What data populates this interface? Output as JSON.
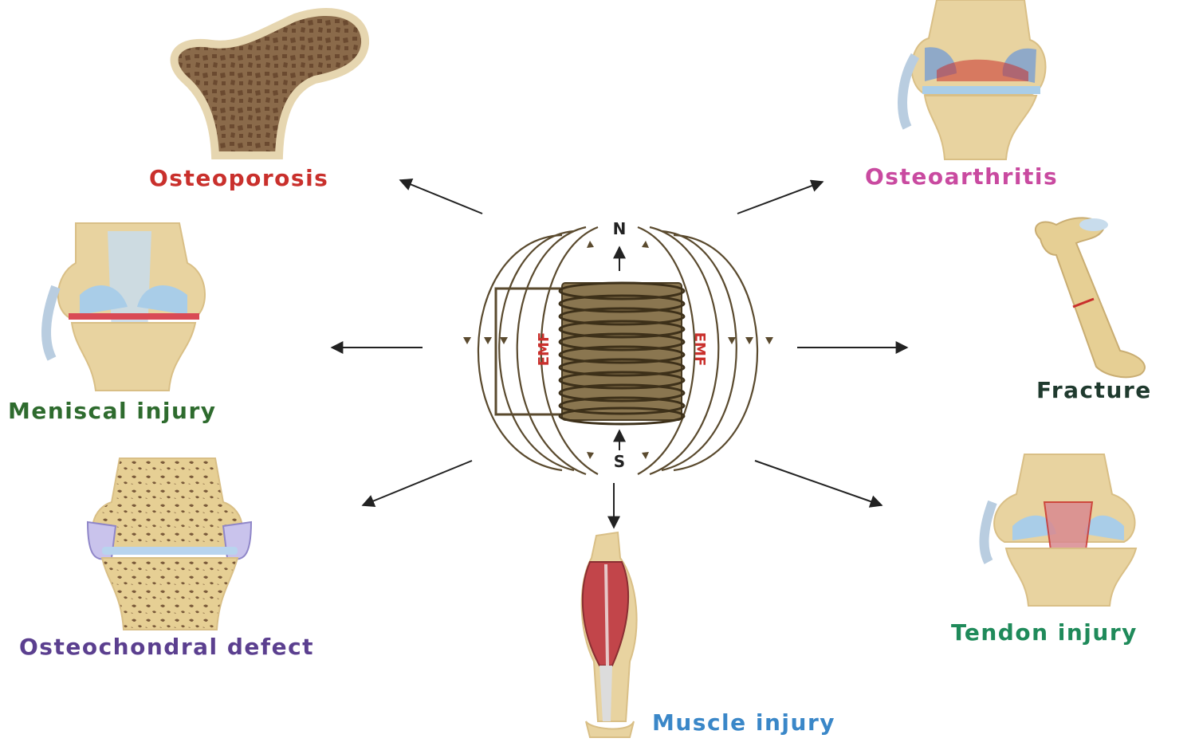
{
  "center": {
    "pole_north": "N",
    "pole_south": "S",
    "emf_left": "EMF",
    "emf_right": "EMF"
  },
  "conditions": {
    "osteoporosis": "Osteoporosis",
    "osteoarthritis": "Osteoarthritis",
    "meniscal_injury": "Meniscal injury",
    "fracture": "Fracture",
    "osteochondral_defect": "Osteochondral defect",
    "tendon_injury": "Tendon injury",
    "muscle_injury": "Muscle injury"
  },
  "colors": {
    "osteoporosis": "#c9302c",
    "osteoarthritis": "#c94aa0",
    "meniscal_injury": "#2e6b2e",
    "fracture": "#1f3a2e",
    "osteochondral_defect": "#5b3f8f",
    "tendon_injury": "#1f8a5a",
    "muscle_injury": "#3a87c8",
    "coil": "#6b5a3a",
    "emf_text": "#c9302c",
    "bone": "#e8d3a0",
    "cartilage": "#a9cde8"
  }
}
